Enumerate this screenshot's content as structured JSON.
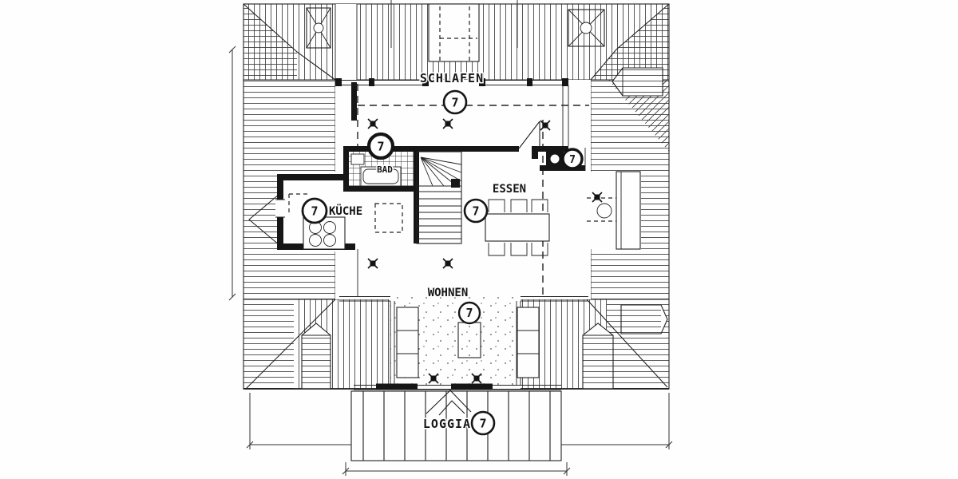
{
  "drawing": {
    "type": "architectural-floor-plan",
    "rooms": [
      {
        "id": "schlafen",
        "label": "SCHLAFEN",
        "marker": "7"
      },
      {
        "id": "bad",
        "label": "BAD",
        "marker": "7"
      },
      {
        "id": "kueche",
        "label": "KÜCHE",
        "marker": "7"
      },
      {
        "id": "essen",
        "label": "ESSEN",
        "marker": "7"
      },
      {
        "id": "wc",
        "label": "",
        "marker": "7"
      },
      {
        "id": "wohnen",
        "label": "WOHNEN",
        "marker": "7"
      },
      {
        "id": "loggia",
        "label": "LOGGIA",
        "marker": "7"
      }
    ],
    "colors": {
      "paper": "#fefefe",
      "ink": "#1e1e1e"
    }
  }
}
